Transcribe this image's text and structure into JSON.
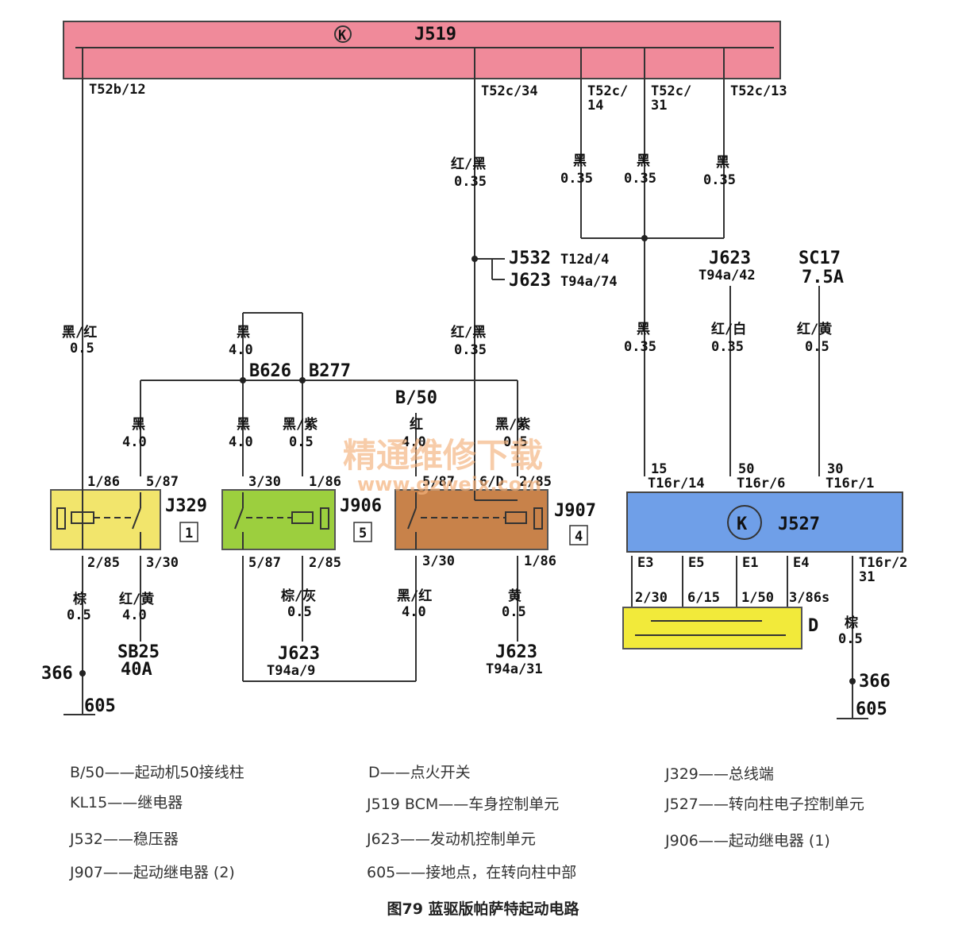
{
  "modules": {
    "j519": {
      "name": "J519",
      "color": "#f08a9a"
    },
    "j527": {
      "name": "J527",
      "color": "#6f9fe8"
    },
    "j329": {
      "name": "J329",
      "number": "1",
      "color": "#f2e56c"
    },
    "j906": {
      "name": "J906",
      "number": "5",
      "color": "#9ccf3e"
    },
    "j907": {
      "name": "J907",
      "number": "4",
      "color": "#c8824a"
    },
    "d": {
      "name": "D",
      "color": "#f2ea3a"
    }
  },
  "pins": {
    "t52b12": "T52b/12",
    "t52c34": "T52c/34",
    "t52c14a": "T52c/",
    "t52c14b": "14",
    "t52c31a": "T52c/",
    "t52c31b": "31",
    "t52c13": "T52c/13",
    "j329_186": "1/86",
    "j329_587": "5/87",
    "j329_285": "2/85",
    "j329_330": "3/30",
    "j906_330": "3/30",
    "j906_186": "1/86",
    "j906_587": "5/87",
    "j906_285": "2/85",
    "j907_587": "5/87",
    "j907_6d": "6/D",
    "j907_285": "2/85",
    "j907_330": "3/30",
    "j907_186": "1/86",
    "j527_15a": "15",
    "j527_15b": "T16r/14",
    "j527_50a": "50",
    "j527_50b": "T16r/6",
    "j527_30a": "30",
    "j527_30b": "T16r/1",
    "e3": "E3",
    "e5": "E5",
    "e1": "E1",
    "e4": "E4",
    "t16r2a": "T16r/2",
    "t16r2b": "31",
    "d230": "2/30",
    "d615": "6/15",
    "d150": "1/50",
    "d386s": "3/86s"
  },
  "wires": {
    "w1c": "黑/红",
    "w1s": "0.5",
    "w2c": "红/黑",
    "w2s": "0.35",
    "w3c": "黑",
    "w3s": "0.35",
    "w4c": "黑",
    "w4s": "0.35",
    "w5c": "黑",
    "w5s": "0.35",
    "w6c": "红/黑",
    "w6s": "0.35",
    "w7c": "黑",
    "w7s": "0.35",
    "w8c": "红/白",
    "w8s": "0.35",
    "w9c": "红/黄",
    "w9s": "0.5",
    "w10c": "黑",
    "w10s": "4.0",
    "w11c": "黑",
    "w11s": "4.0",
    "w12c": "黑",
    "w12s": "4.0",
    "w13c": "黑/紫",
    "w13s": "0.5",
    "w14c": "红",
    "w14s": "4.0",
    "w15c": "黑/紫",
    "w15s": "0.5",
    "w16c": "棕",
    "w16s": "0.5",
    "w17c": "红/黄",
    "w17s": "4.0",
    "w18c": "棕/灰",
    "w18s": "0.5",
    "w19c": "黑/红",
    "w19s": "4.0",
    "w20c": "黄",
    "w20s": "0.5",
    "w21c": "棕",
    "w21s": "0.5"
  },
  "refs": {
    "j532": "J532",
    "t12d4": "T12d/4",
    "j623a": "J623",
    "t94a74": "T94a/74",
    "j623b": "J623",
    "t94a42": "T94a/42",
    "sc17": "SC17",
    "sc17v": "7.5A",
    "b626": "B626",
    "b277": "B277",
    "b50": "B/50",
    "sb25": "SB25",
    "sb25v": "40A",
    "j623c": "J623",
    "t94a9": "T94a/9",
    "j623d": "J623",
    "t94a31": "T94a/31",
    "g366a": "366",
    "g605a": "605",
    "g366b": "366",
    "g605b": "605"
  },
  "watermark": {
    "cn": "精通维修下载",
    "url": "www.gzweix.com"
  },
  "legend": [
    "B/50——起动机50接线柱",
    "D——点火开关",
    "J329——总线端",
    "KL15——继电器",
    "J519 BCM——车身控制单元",
    "J527——转向柱电子控制单元",
    "J532——稳压器",
    "J623——发动机控制单元",
    "J906——起动继电器 (1)",
    "J907——起动继电器 (2)",
    "605——接地点，在转向柱中部"
  ],
  "caption": "图79  蓝驱版帕萨特起动电路"
}
